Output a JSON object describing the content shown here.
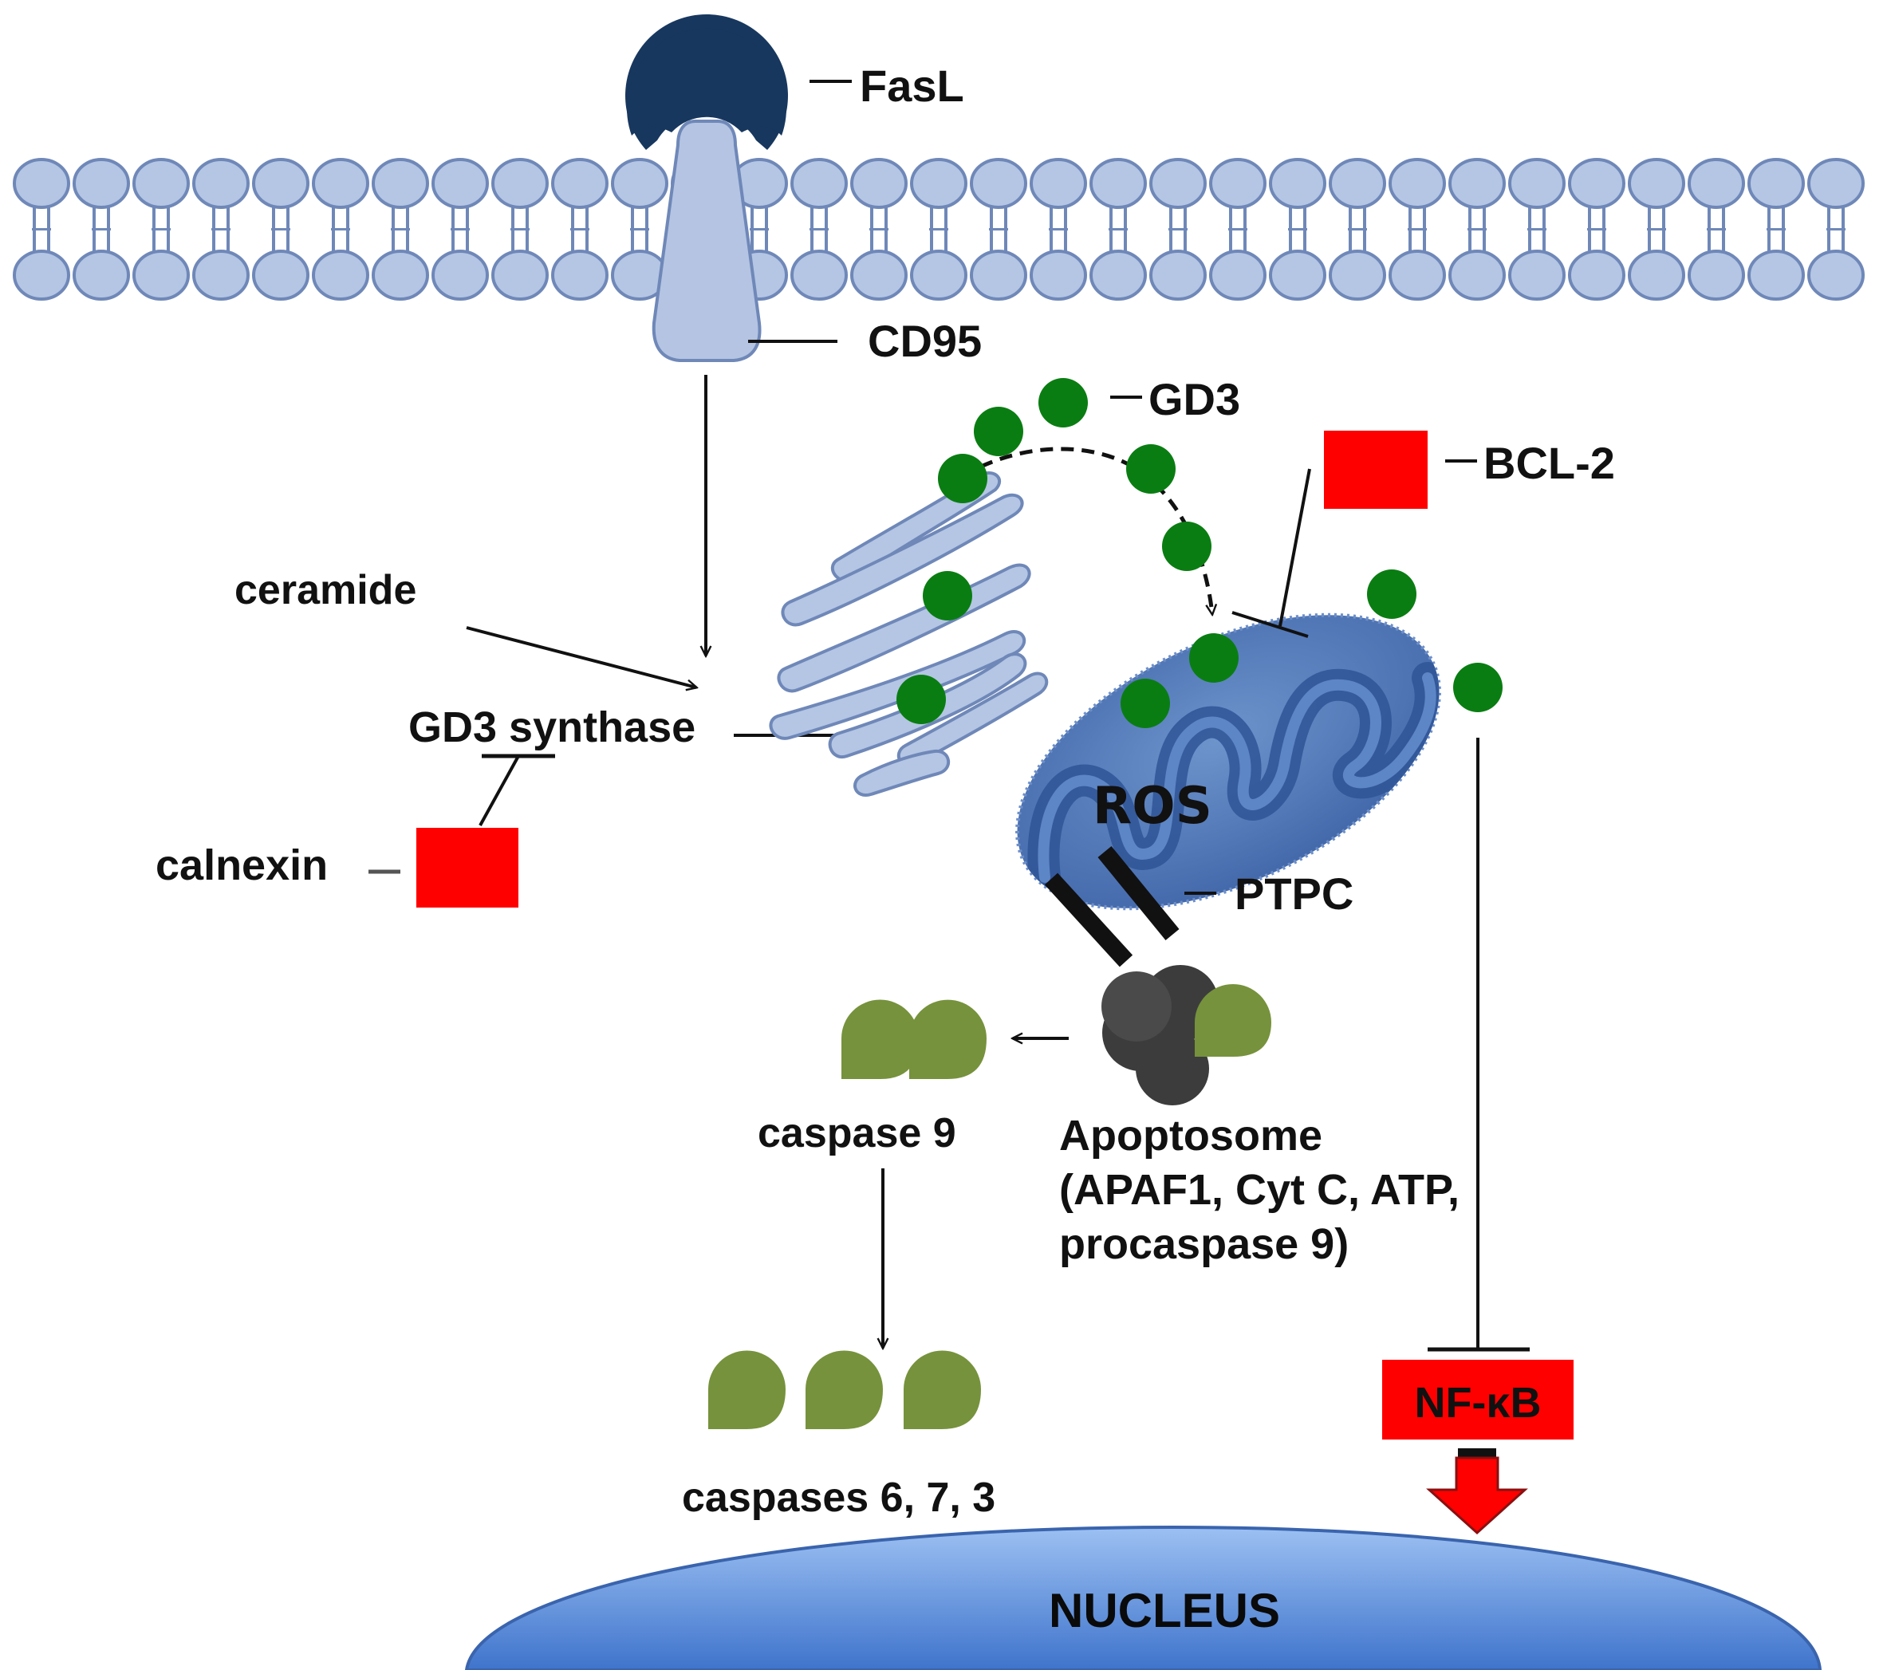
{
  "labels": {
    "fasl": "FasL",
    "cd95": "CD95",
    "gd3": "GD3",
    "bcl2": "BCL-2",
    "ceramide": "ceramide",
    "gd3_synthase": "GD3 synthase",
    "calnexin": "calnexin",
    "ros": "ROS",
    "ptpc": "PTPC",
    "caspase9": "caspase 9",
    "apoptosome_line1": "Apoptosome",
    "apoptosome_line2": "(APAF1, Cyt C, ATP,",
    "apoptosome_line3": "procaspase 9)",
    "caspases": "caspases 6, 7, 3",
    "nfkb": "NF-κB",
    "nucleus": "NUCLEUS"
  },
  "colors": {
    "membrane_fill": "#b4c6e4",
    "membrane_stroke": "#6f88b8",
    "receptor_fill": "#b4c4e2",
    "fasl_fill": "#17375e",
    "gd3_green": "#0a7d12",
    "inhibitor_red": "#ff0000",
    "mito_fill": "#4f77b6",
    "mito_dark": "#2f5597",
    "caspase_green": "#76923c",
    "apoptosome_gray": "#3c3c3c",
    "nucleus_top": "#8fb4ee",
    "nucleus_bottom": "#4a7ed4",
    "arrow_red": "#ff0000"
  }
}
